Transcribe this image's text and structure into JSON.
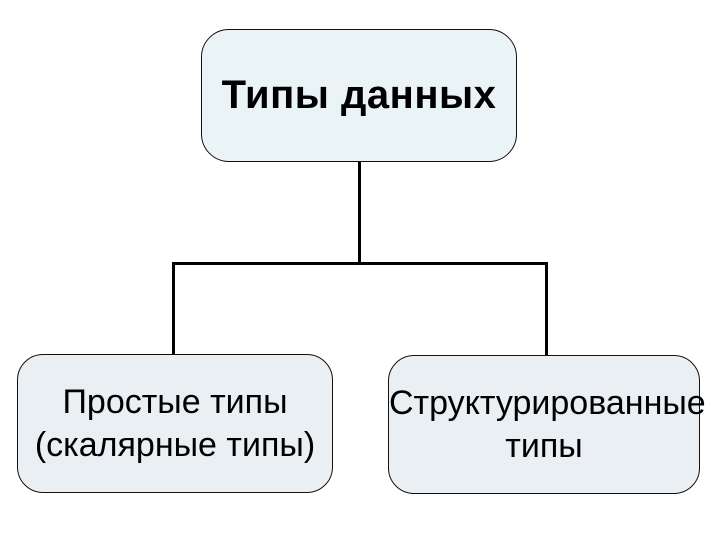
{
  "diagram": {
    "root": {
      "label": "Типы данных"
    },
    "children": [
      {
        "line1": "Простые типы",
        "line2": "(скалярные типы)"
      },
      {
        "line1": "Структурированные",
        "line2": "типы"
      }
    ],
    "colors": {
      "root_fill": "#eaf3f5",
      "child_fill": "#eaeff3",
      "box_border": "#111111",
      "connector": "#000000",
      "text": "#000000",
      "background": "#ffffff"
    }
  }
}
